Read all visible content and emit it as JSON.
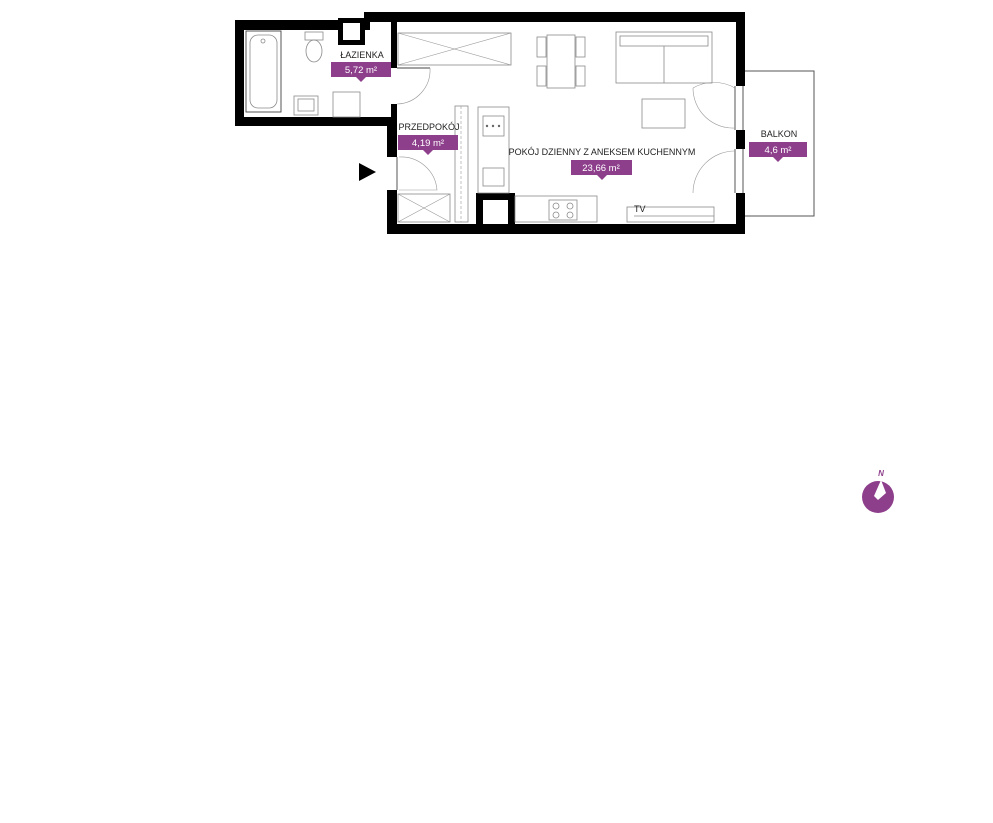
{
  "accent_color": "#8e3f8c",
  "rooms": {
    "bathroom": {
      "name": "ŁAZIENKA",
      "area": "5,72 m²"
    },
    "hallway": {
      "name": "PRZEDPOKÓJ",
      "area": "4,19 m²"
    },
    "living": {
      "name": "POKÓJ DZIENNY Z ANEKSEM KUCHENNYM",
      "area": "23,66 m²"
    },
    "balcony": {
      "name": "BALKON",
      "area": "4,6 m²"
    }
  },
  "tv_label": "TV",
  "compass": {
    "north_label": "N",
    "icon": "compass-icon"
  },
  "entrance_icon": "entrance-arrow-icon"
}
